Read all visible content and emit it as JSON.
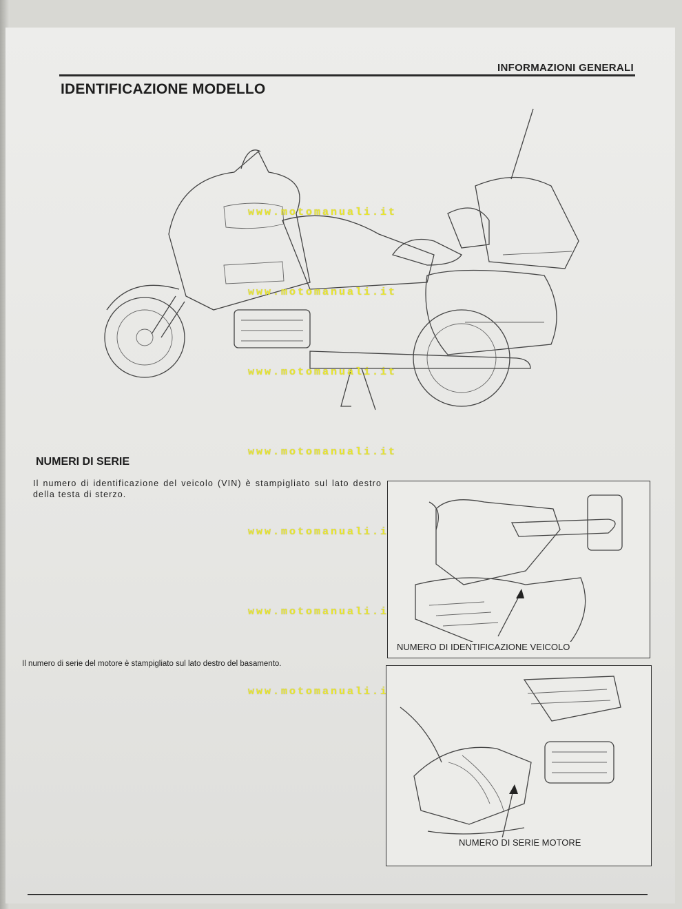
{
  "header": {
    "section": "INFORMAZIONI GENERALI",
    "title": "IDENTIFICAZIONE MODELLO"
  },
  "serial": {
    "heading": "NUMERI DI SERIE",
    "vin_text": "Il numero di identificazione del veicolo (VIN) è stampigliato sul lato destro della testa di sterzo.",
    "engine_text": "Il numero di serie del motore è stampigliato sul lato destro del basamento."
  },
  "figures": {
    "vin_label": "NUMERO DI IDENTIFICAZIONE VEICOLO",
    "engine_label": "NUMERO DI SERIE MOTORE"
  },
  "watermark": {
    "text": "www.motomanuali.it",
    "color": "#e9e62c"
  },
  "icons": {
    "motorcycle": "motorcycle-side-illustration",
    "steering-head": "steering-head-illustration",
    "crankcase": "crankcase-illustration"
  }
}
